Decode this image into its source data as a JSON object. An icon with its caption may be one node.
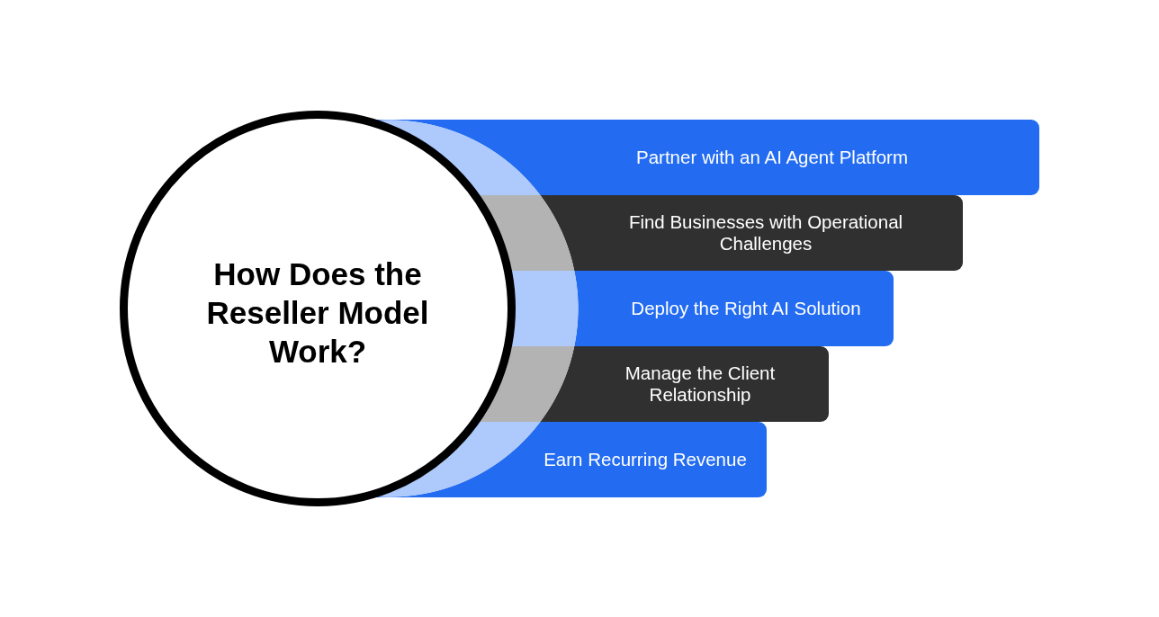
{
  "diagram": {
    "nodes": [
      {
        "text": [
          "How Does the Reseller Model Work?"
        ]
      },
      {
        "text": [
          "Partner with an AI Agent Platform"
        ]
      },
      {
        "text": [
          "Find Businesses with Operational Challenges"
        ]
      },
      {
        "text": [
          "Deploy the Right AI Solution"
        ]
      },
      {
        "text": [
          "Manage the Client Relationship"
        ]
      },
      {
        "text": [
          "Earn Recurring Revenue"
        ]
      }
    ]
  }
}
